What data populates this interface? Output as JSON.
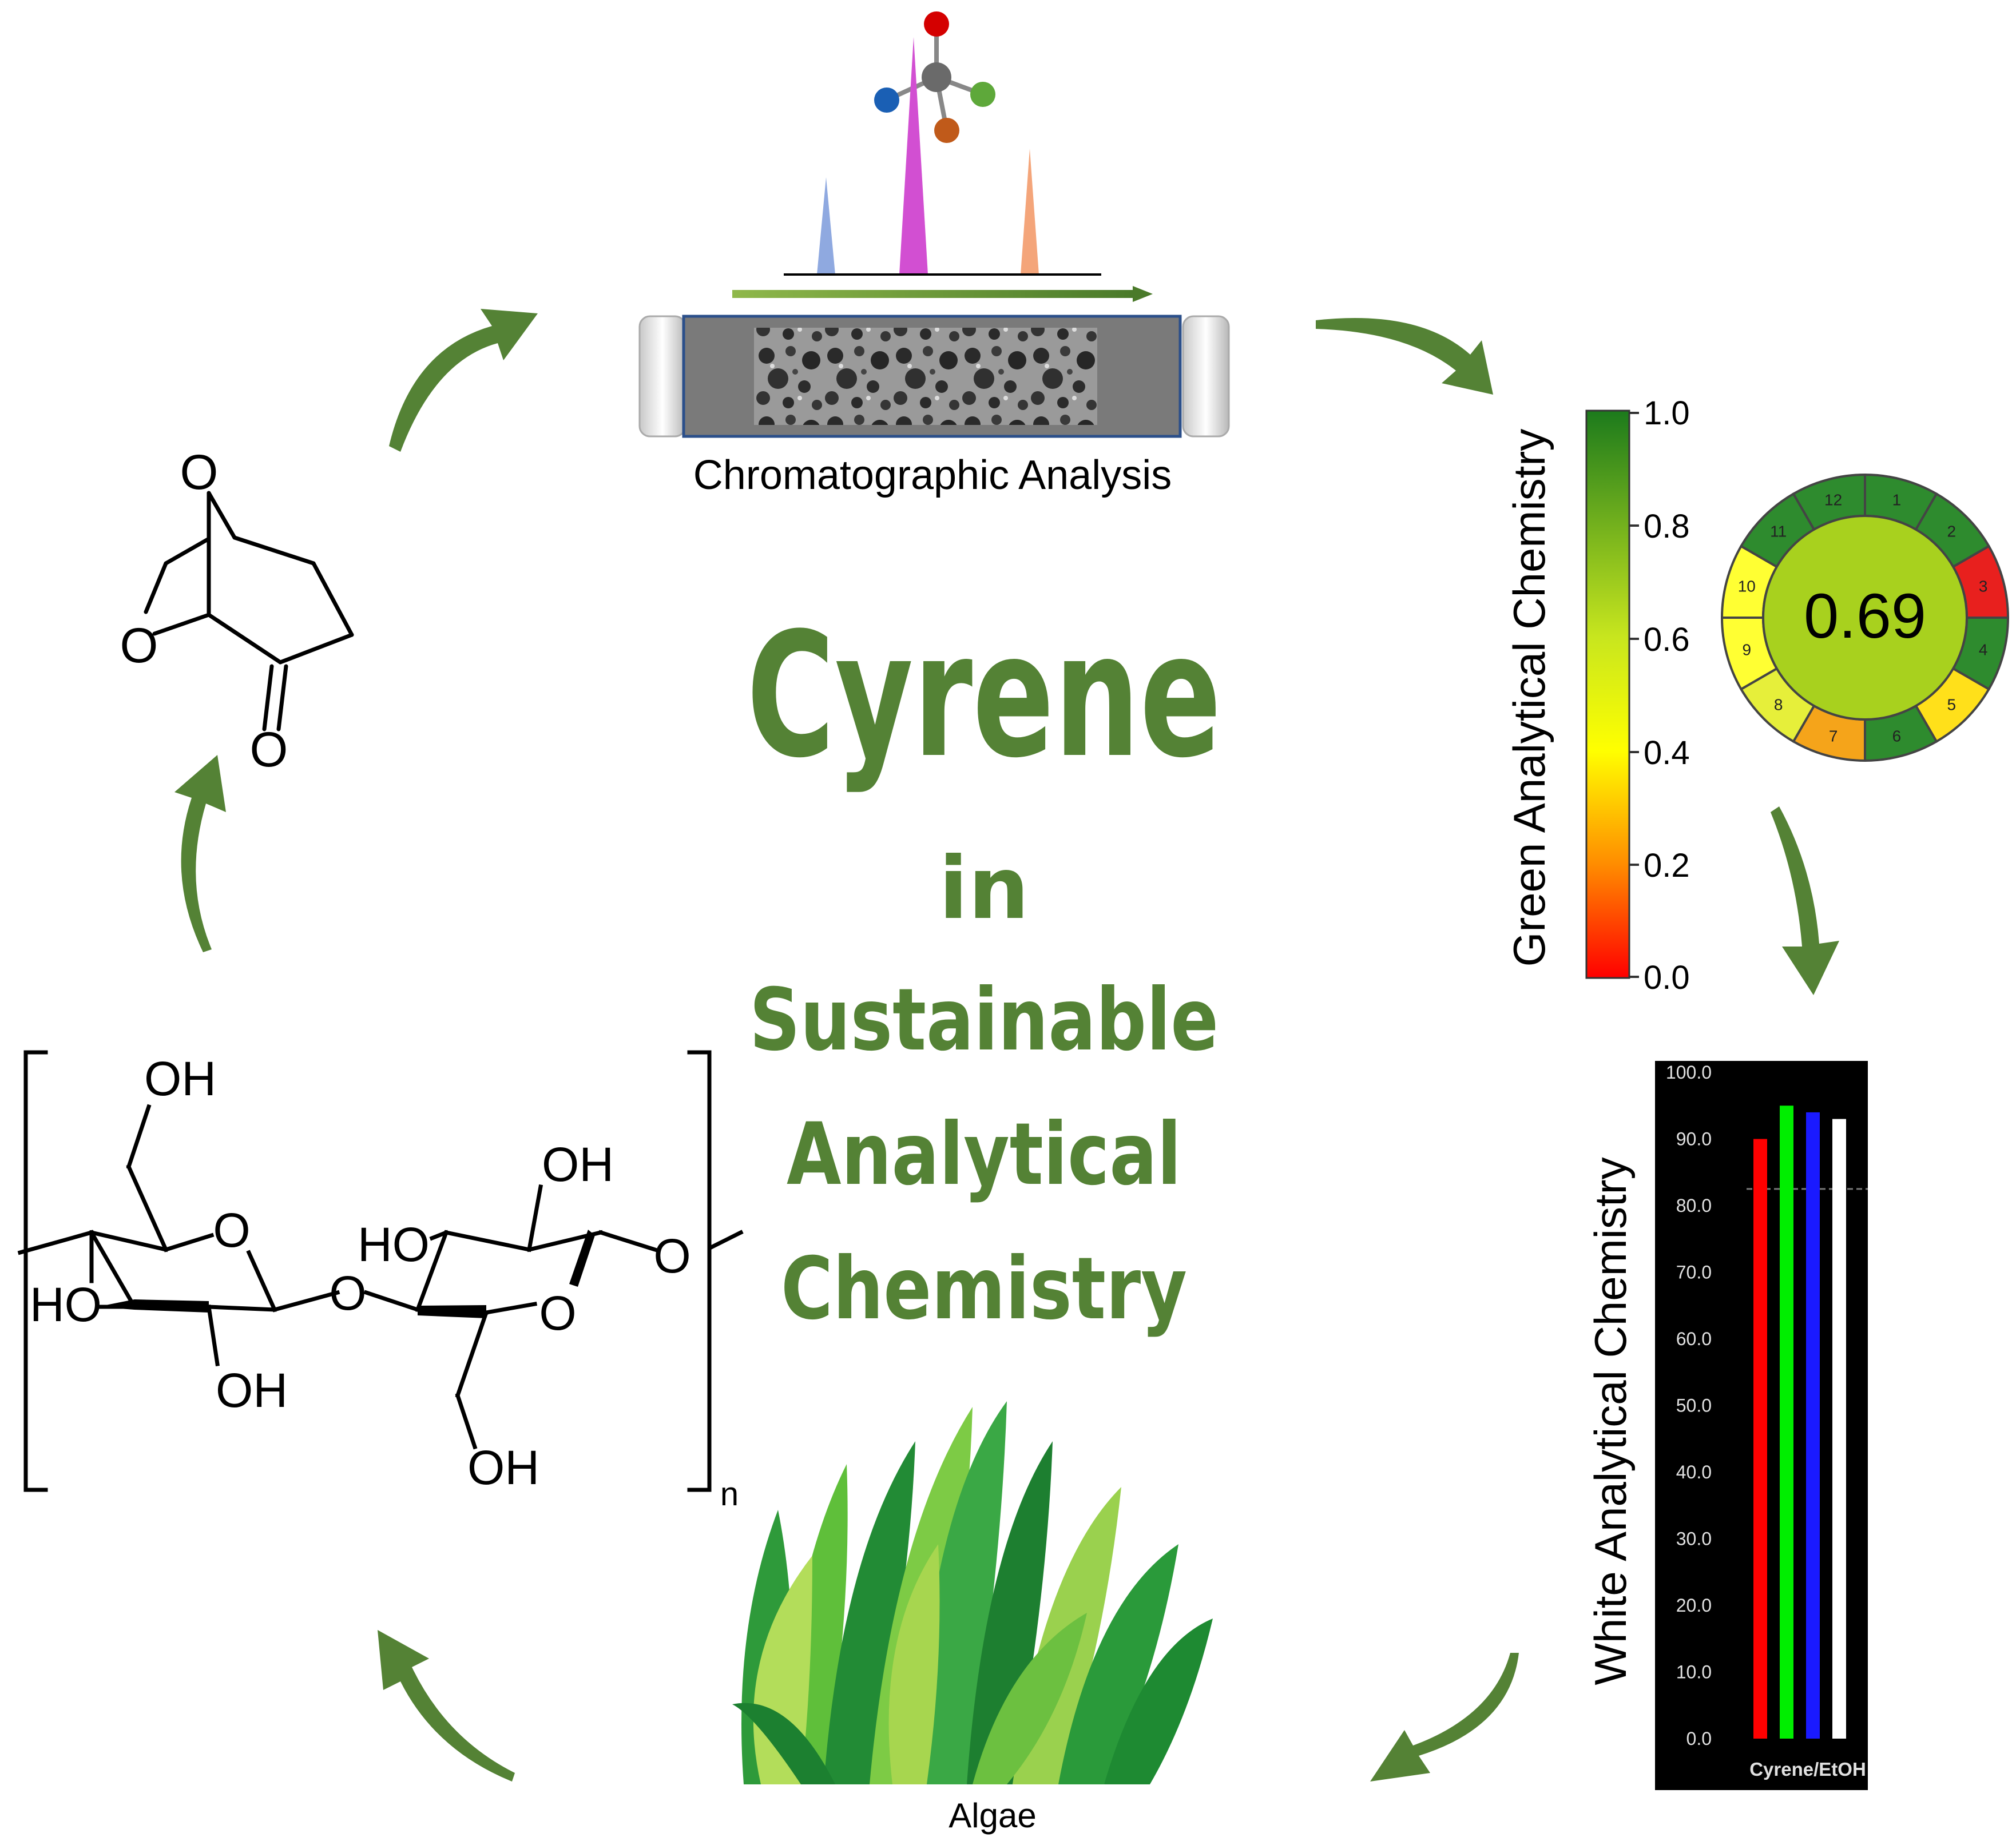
{
  "center_title": {
    "line1": "Cyrene",
    "line2": "in",
    "line3": "Sustainable",
    "line4": "Analytical",
    "line5": "Chemistry"
  },
  "chromatography": {
    "label": "Chromatographic Analysis",
    "peak_colors": [
      "#8fa9e0",
      "#d24fd2",
      "#f4a57a"
    ]
  },
  "cyrene_structure": {
    "atom_labels": [
      "O",
      "O",
      "O"
    ]
  },
  "cellulose_structure": {
    "labels": [
      "OH",
      "HO",
      "OH",
      "O",
      "O",
      "OH",
      "HO",
      "O",
      "O",
      "OH",
      "n"
    ]
  },
  "algae": {
    "label": "Algae"
  },
  "gac_scale": {
    "label": "Green Analytical Chemistry",
    "ticks": [
      "1.0",
      "0.8",
      "0.6",
      "0.4",
      "0.2",
      "0.0"
    ],
    "gradient_colors": [
      "#1c7a1c",
      "#c8e61e",
      "#ffff00",
      "#ff8c00",
      "#ff0000"
    ]
  },
  "agree_pictogram": {
    "score": "0.69",
    "segments": [
      {
        "number": "1",
        "color": "#2e8b2e"
      },
      {
        "number": "2",
        "color": "#2e8b2e"
      },
      {
        "number": "3",
        "color": "#e8201e"
      },
      {
        "number": "4",
        "color": "#2e8b2e"
      },
      {
        "number": "5",
        "color": "#ffe01a"
      },
      {
        "number": "6",
        "color": "#2e8b2e"
      },
      {
        "number": "7",
        "color": "#f5a41a"
      },
      {
        "number": "8",
        "color": "#e6ef3a"
      },
      {
        "number": "9",
        "color": "#ffff33"
      },
      {
        "number": "10",
        "color": "#ffff33"
      },
      {
        "number": "11",
        "color": "#2e8b2e"
      },
      {
        "number": "12",
        "color": "#2e8b2e"
      }
    ],
    "center_color": "#a8d11e"
  },
  "chart_data": {
    "type": "bar",
    "ylabel": "White Analytical Chemistry",
    "categories": [
      "Cyrene/EtOH"
    ],
    "ylim": [
      0,
      100
    ],
    "yticks": [
      "100.0",
      "90.0",
      "80.0",
      "70.0",
      "60.0",
      "50.0",
      "40.0",
      "30.0",
      "20.0",
      "10.0",
      "0.0"
    ],
    "series": [
      {
        "color": "#ff0000",
        "values": [
          90.0
        ]
      },
      {
        "color": "#00ee00",
        "values": [
          95.0
        ]
      },
      {
        "color": "#1a1aff",
        "values": [
          94.0
        ]
      },
      {
        "color": "#ffffff",
        "values": [
          93.0
        ]
      }
    ],
    "reference_line": 82.5,
    "background": "#000000"
  },
  "colors": {
    "arrow": "#548235",
    "title": "#548235"
  }
}
